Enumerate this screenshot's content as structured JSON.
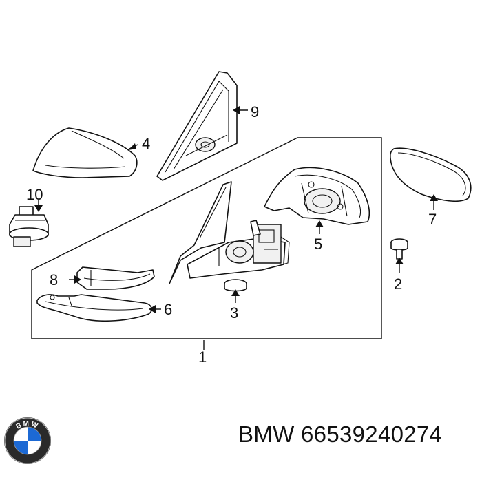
{
  "diagram": {
    "callouts": {
      "p1": "1",
      "p2": "2",
      "p3": "3",
      "p4": "4",
      "p5": "5",
      "p6": "6",
      "p7": "7",
      "p8": "8",
      "p9": "9",
      "p10": "10"
    }
  },
  "caption": {
    "brand": "BMW",
    "part_number": "66539240274"
  },
  "logo": {
    "icon": "bmw-roundel-icon",
    "text": "BMW",
    "colors": {
      "blue": "#1c69d4",
      "ring": "#2a2a2a",
      "white": "#ffffff"
    }
  }
}
